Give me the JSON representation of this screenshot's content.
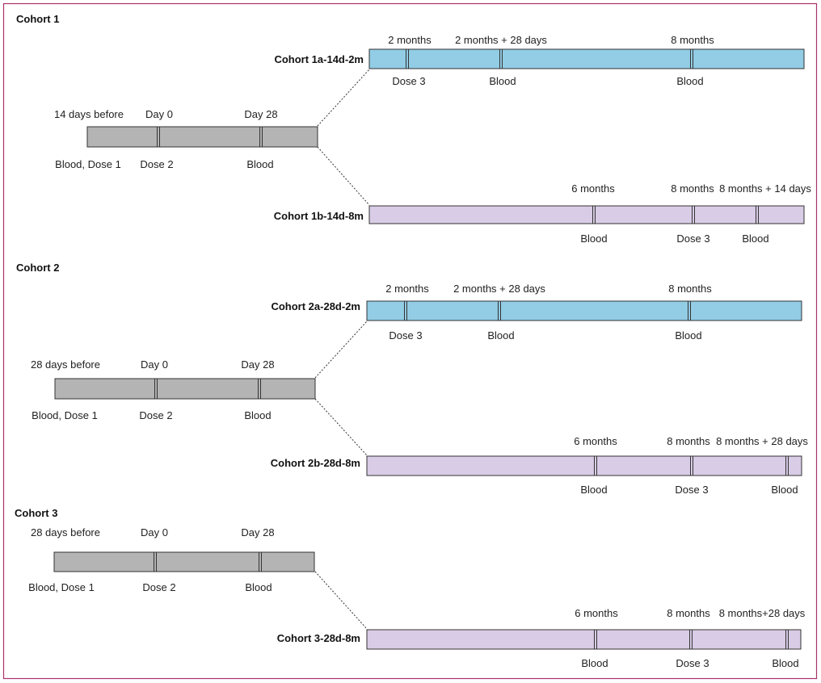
{
  "colors": {
    "frame": "#a8336a",
    "induction_bar": "#b4b4b4",
    "short_booster_bar": "#92cce5",
    "long_booster_bar": "#d9cce6",
    "bar_stroke": "#333333",
    "connector": "#333333"
  },
  "cohorts": [
    {
      "heading": "Cohort 1",
      "induction": {
        "marks": [
          {
            "above": "14 days before",
            "below": "Blood, Dose 1"
          },
          {
            "above": "Day 0",
            "below": "Dose 2"
          },
          {
            "above": "Day 28",
            "below": "Blood"
          }
        ]
      },
      "boosters": [
        {
          "name": "Cohort 1a-14d-2m",
          "type": "short",
          "marks": [
            {
              "above": "2 months",
              "below": "Dose 3"
            },
            {
              "above": "2 months + 28 days",
              "below": "Blood"
            },
            {
              "above": "8 months",
              "below": "Blood"
            }
          ]
        },
        {
          "name": "Cohort 1b-14d-8m",
          "type": "long",
          "marks": [
            {
              "above": "6 months",
              "below": "Blood"
            },
            {
              "above": "8 months",
              "below": "Dose 3"
            },
            {
              "above": "8 months + 14 days",
              "below": "Blood"
            }
          ]
        }
      ]
    },
    {
      "heading": "Cohort 2",
      "induction": {
        "marks": [
          {
            "above": "28 days before",
            "below": "Blood, Dose 1"
          },
          {
            "above": "Day 0",
            "below": "Dose 2"
          },
          {
            "above": "Day 28",
            "below": "Blood"
          }
        ]
      },
      "boosters": [
        {
          "name": "Cohort 2a-28d-2m",
          "type": "short",
          "marks": [
            {
              "above": "2 months",
              "below": "Dose 3"
            },
            {
              "above": "2 months + 28 days",
              "below": "Blood"
            },
            {
              "above": "8 months",
              "below": "Blood"
            }
          ]
        },
        {
          "name": "Cohort 2b-28d-8m",
          "type": "long",
          "marks": [
            {
              "above": "6 months",
              "below": "Blood"
            },
            {
              "above": "8 months",
              "below": "Dose 3"
            },
            {
              "above": "8 months + 28 days",
              "below": "Blood"
            }
          ]
        }
      ]
    },
    {
      "heading": "Cohort 3",
      "induction": {
        "marks": [
          {
            "above": "28 days before",
            "below": "Blood, Dose 1"
          },
          {
            "above": "Day 0",
            "below": "Dose 2"
          },
          {
            "above": "Day 28",
            "below": "Blood"
          }
        ]
      },
      "boosters": [
        {
          "name": "Cohort 3-28d-8m",
          "type": "long",
          "marks": [
            {
              "above": "6 months",
              "below": "Blood"
            },
            {
              "above": "8 months",
              "below": "Dose 3"
            },
            {
              "above": "8 months+28 days",
              "below": "Blood"
            }
          ]
        }
      ]
    }
  ]
}
